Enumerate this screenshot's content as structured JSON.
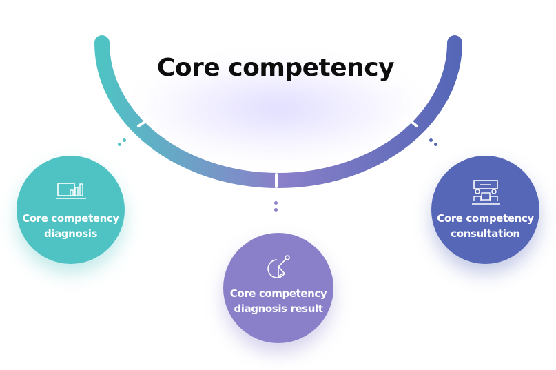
{
  "title": "Core competency",
  "nodes": {
    "diagnosis": {
      "line1": "Core competency",
      "line2": "diagnosis",
      "icon": "laptop-bar-chart-icon",
      "color": "#4fc3c4"
    },
    "result": {
      "line1": "Core competency",
      "line2": "diagnosis result",
      "icon": "pie-chart-icon",
      "color": "#8a80c9"
    },
    "consultation": {
      "line1": "Core competency",
      "line2": "consultation",
      "icon": "meeting-table-icon",
      "color": "#5667b7"
    }
  },
  "colors": {
    "arc_start": "#4fc3c4",
    "arc_mid": "#8a80c9",
    "arc_end": "#5667b7",
    "title": "#0d0d0d"
  }
}
